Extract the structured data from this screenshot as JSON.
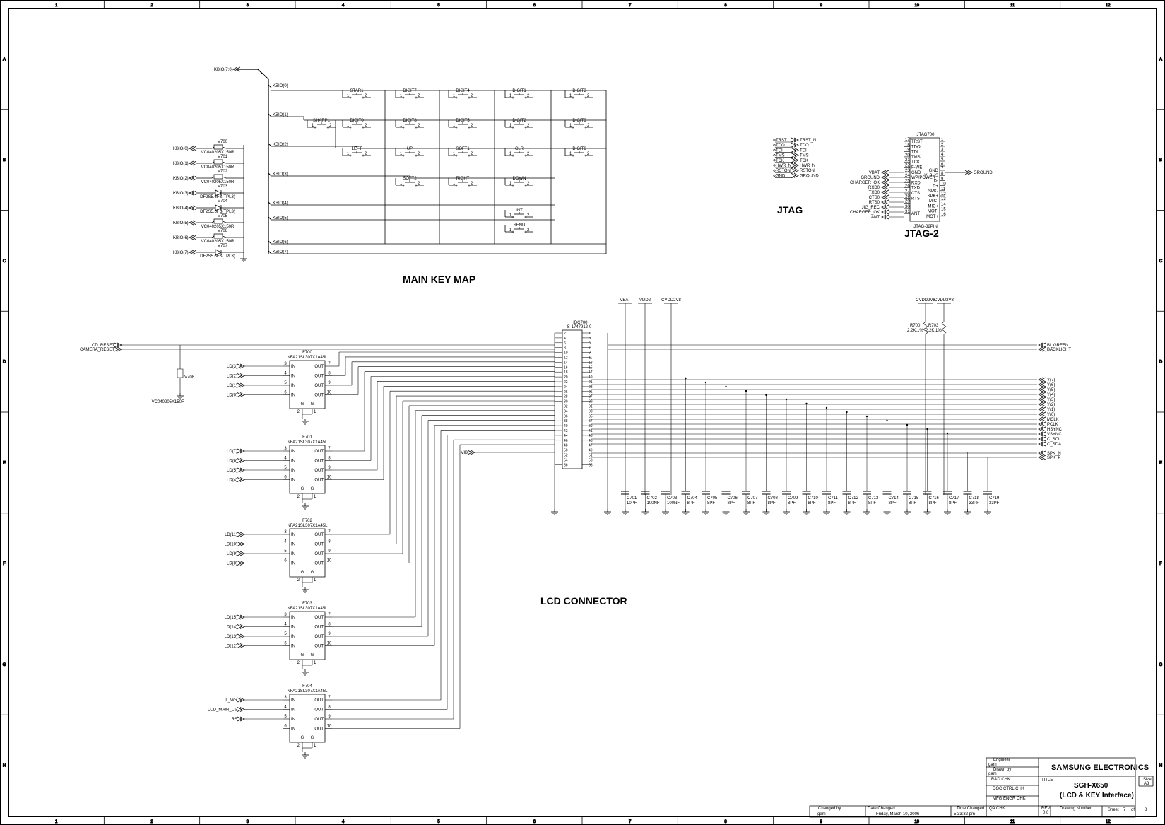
{
  "frame": {
    "columns": [
      "1",
      "2",
      "3",
      "4",
      "5",
      "6",
      "7",
      "8",
      "9",
      "10",
      "11",
      "12"
    ],
    "rows": [
      "A",
      "B",
      "C",
      "D",
      "E",
      "F",
      "G",
      "H"
    ]
  },
  "keymap": {
    "title": "MAIN KEY MAP",
    "bus": "KBIO(7:0)",
    "bus_lines": [
      "KBIO(0)",
      "KBIO(1)",
      "KBIO(2)",
      "KBIO(3)",
      "KBIO(4)",
      "KBIO(5)",
      "KBIO(6)",
      "KBIO(7)"
    ],
    "keys": [
      {
        "label": "STAR1",
        "row": 0,
        "col": 0
      },
      {
        "label": "DIGIT7",
        "row": 0,
        "col": 1
      },
      {
        "label": "DIGIT4",
        "row": 0,
        "col": 2
      },
      {
        "label": "DIGIT1",
        "row": 0,
        "col": 3
      },
      {
        "label": "DIGIT3",
        "row": 0,
        "col": 4
      },
      {
        "label": "SHARP1",
        "row": 1,
        "col": -1
      },
      {
        "label": "DIGIT0",
        "row": 1,
        "col": 0
      },
      {
        "label": "DIGIT8",
        "row": 1,
        "col": 1
      },
      {
        "label": "DIGIT5",
        "row": 1,
        "col": 2
      },
      {
        "label": "DIGIT2",
        "row": 1,
        "col": 3
      },
      {
        "label": "DIGIT9",
        "row": 1,
        "col": 4
      },
      {
        "label": "LEFT",
        "row": 2,
        "col": 0
      },
      {
        "label": "UP",
        "row": 2,
        "col": 1
      },
      {
        "label": "SOFT1",
        "row": 2,
        "col": 2
      },
      {
        "label": "CLR",
        "row": 2,
        "col": 3
      },
      {
        "label": "DIGIT6",
        "row": 2,
        "col": 4
      },
      {
        "label": "SOFT2",
        "row": 3,
        "col": 1
      },
      {
        "label": "RIGHT",
        "row": 3,
        "col": 2
      },
      {
        "label": "DOWN",
        "row": 3,
        "col": 3
      },
      {
        "label": "INT",
        "row": 4,
        "col": 3
      },
      {
        "label": "SEND",
        "row": 5,
        "col": 3
      }
    ],
    "esd_parts": [
      {
        "ref": "V700",
        "part": "VC040205X150R",
        "net": "KBIO(0)"
      },
      {
        "ref": "V701",
        "part": "VC040205X150R",
        "net": "KBIO(1)"
      },
      {
        "ref": "V702",
        "part": "VC040205X150R",
        "net": "KBIO(2)"
      },
      {
        "ref": "V703",
        "part": "DF2S5.6FS(TPL3)",
        "net": "KBIO(3)"
      },
      {
        "ref": "V704",
        "part": "DF2S5.6FS(TPL3)",
        "net": "KBIO(4)"
      },
      {
        "ref": "V705",
        "part": "VC040205X150R",
        "net": "KBIO(5)"
      },
      {
        "ref": "V706",
        "part": "VC040205X150R",
        "net": "KBIO(6)"
      },
      {
        "ref": "V707",
        "part": "DF2S5.6FS(TPL3)",
        "net": "KBIO(7)"
      }
    ]
  },
  "jtag": {
    "title": "JTAG",
    "signals": [
      "TRST",
      "TDO",
      "TDI",
      "TMS",
      "TCK",
      "HWR_N",
      "RSTON",
      "GND"
    ],
    "out_signals": [
      "TRST_N",
      "TDO",
      "TDI",
      "TMS",
      "TCK",
      "HWR_N",
      "RSTON",
      "GROUND"
    ]
  },
  "jtag2": {
    "title": "JTAG-2",
    "ref": "JTAG700",
    "part": "JTAG-32PIN",
    "left_nets": [
      "VBAT",
      "GROUND",
      "CHARGER_OK",
      "RXD0",
      "TXD0",
      "CTS0",
      "RTS0",
      "JIG_REC",
      "CHARGER_OK",
      "ANT"
    ],
    "inner_left": [
      "TRST",
      "TDO",
      "TDI",
      "TMS",
      "TCK",
      "F-WE",
      "GND",
      "WP/POWER",
      "RXD",
      "TXD",
      "CTS",
      "RTS",
      "",
      "",
      "ANT"
    ],
    "inner_right": [
      "GND",
      "V_BUS",
      "D-",
      "D+",
      "SPK-",
      "SPK+",
      "MIC-",
      "MIC+",
      "MOT-",
      "MOT+"
    ],
    "right_net": "GROUND"
  },
  "lcd": {
    "title": "LCD CONNECTOR",
    "connector_ref": "HDC700",
    "connector_part": "S-1747912-0",
    "left_nets": [
      "LCD_RESET",
      "CAMERA_RESET"
    ],
    "reset_esd": {
      "ref": "V708",
      "part": "VC040205X150R"
    },
    "right_nets_top": [
      "BI_GREEN",
      "BACKLIGHT"
    ],
    "right_nets": [
      "Y(7)",
      "Y(6)",
      "Y(5)",
      "Y(4)",
      "Y(3)",
      "Y(2)",
      "Y(1)",
      "Y(0)",
      "MCLK",
      "PCLK",
      "HSYNC",
      "VSYNC",
      "C_SCL",
      "C_SDA"
    ],
    "right_nets_bottom": [
      "SPK_N",
      "SPK_P"
    ],
    "vib": "VIB",
    "power": [
      "VBAT",
      "VDD2",
      "CVDD2V8"
    ],
    "pullup_power": [
      "CVDD2V8",
      "CVDD2V8"
    ],
    "resistors": [
      {
        "ref": "R700",
        "value": "2.2K,1%"
      },
      {
        "ref": "R703",
        "value": "2.2K,1%"
      }
    ],
    "caps": [
      {
        "ref": "C701",
        "value": "10PF"
      },
      {
        "ref": "C702",
        "value": "100NF"
      },
      {
        "ref": "C703",
        "value": "100NF"
      },
      {
        "ref": "C704",
        "value": "8PF"
      },
      {
        "ref": "C705",
        "value": "8PF"
      },
      {
        "ref": "C706",
        "value": "8PF"
      },
      {
        "ref": "C707",
        "value": "8PF"
      },
      {
        "ref": "C708",
        "value": "8PF"
      },
      {
        "ref": "C709",
        "value": "8PF"
      },
      {
        "ref": "C710",
        "value": "8PF"
      },
      {
        "ref": "C711",
        "value": "8PF"
      },
      {
        "ref": "C712",
        "value": "8PF"
      },
      {
        "ref": "C713",
        "value": "8PF"
      },
      {
        "ref": "C714",
        "value": "8PF"
      },
      {
        "ref": "C715",
        "value": "8PF"
      },
      {
        "ref": "C716",
        "value": "8PF"
      },
      {
        "ref": "C717",
        "value": "8PF"
      },
      {
        "ref": "C718",
        "value": "33PF"
      },
      {
        "ref": "C719",
        "value": "33PF"
      }
    ],
    "filters": [
      {
        "ref": "F700",
        "part": "NFA21SL307X1A45L",
        "inputs": [
          "LD(3)",
          "LD(2)",
          "LD(1)",
          "LD(0)"
        ]
      },
      {
        "ref": "F701",
        "part": "NFA21SL307X1A45L",
        "inputs": [
          "LD(7)",
          "LD(6)",
          "LD(5)",
          "LD(4)"
        ]
      },
      {
        "ref": "F702",
        "part": "NFA21SL307X1A45L",
        "inputs": [
          "LD(11)",
          "LD(10)",
          "LD(9)",
          "LD(8)"
        ]
      },
      {
        "ref": "F703",
        "part": "NFA21SL307X1A45L",
        "inputs": [
          "LD(15)",
          "LD(14)",
          "LD(13)",
          "LD(12)"
        ]
      },
      {
        "ref": "F704",
        "part": "NFA21SL307X1A45L",
        "inputs": [
          "L_WR",
          "LCD_MAIN_CS",
          "RS",
          ""
        ]
      }
    ],
    "filter_pins": {
      "in": [
        "3",
        "4",
        "5",
        "6"
      ],
      "out": [
        "7",
        "8",
        "9",
        "10"
      ],
      "in_label": "IN",
      "out_label": "OUT",
      "g": "G",
      "gnd_pin": "2",
      "gnd_pin2": "1"
    }
  },
  "title_block": {
    "company": "SAMSUNG ELECTRONICS",
    "title_label": "TITLE",
    "title_line1": "SGH-X650",
    "title_line2": "(LCD & KEY Interface)",
    "size_label": "Size",
    "size": "A3",
    "engineer_label": "Engineer",
    "engineer": "gam",
    "drawn_label": "Drawn by",
    "drawn": "gam",
    "rd_chk": "R&D CHK",
    "doc_chk": "DOC CTRL CHK",
    "mfg_chk": "MFG ENGR CHK",
    "qa_chk": "QA CHK",
    "rev_label": "REV",
    "rev": "0.0",
    "drawing_number_label": "Drawing Number",
    "sheet_label": "Sheet",
    "sheet": "7",
    "of_label": "of",
    "sheets": "8",
    "changed_by_label": "Changed by",
    "changed_by": "gam",
    "date_changed_label": "Date Changed",
    "date_changed": "Friday, March 10, 2006",
    "time_changed_label": "Time Changed",
    "time_changed": "5:33:32 pm"
  }
}
